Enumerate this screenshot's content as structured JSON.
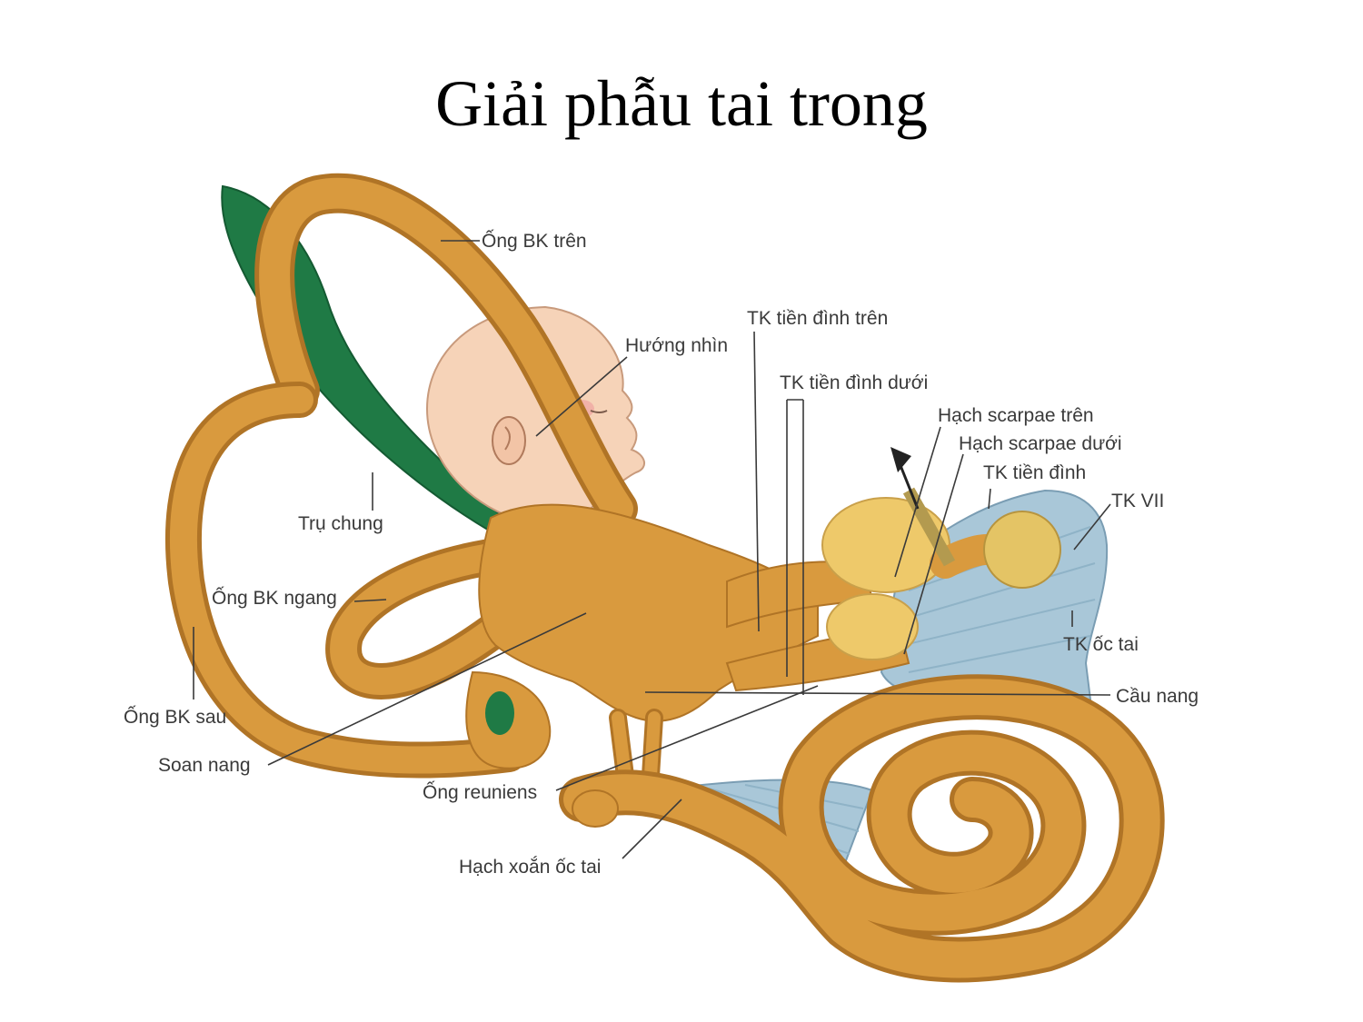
{
  "title": "Giải phẫu tai trong",
  "labels": {
    "ong_bk_tren": "Ống BK trên",
    "tk_tien_dinh_tren": "TK tiền đình trên",
    "huong_nhin": "Hướng nhìn",
    "tk_tien_dinh_duoi": "TK tiền đình dưới",
    "hach_scarpae_tren": "Hạch scarpae trên",
    "hach_scarpae_duoi": "Hạch scarpae dưới",
    "tk_tien_dinh": "TK tiền đình",
    "tk_vii": "TK VII",
    "tru_chung": "Trụ chung",
    "ong_bk_ngang": "Ống BK ngang",
    "tk_oc_tai": "TK ốc tai",
    "cau_nang": "Cầu nang",
    "ong_bk_sau": "Ống BK sau",
    "soan_nang": "Soan nang",
    "ong_reuniens": "Ống reuniens",
    "hach_xoan_oc_tai": "Hạch xoắn ốc tai"
  },
  "colors": {
    "labyrinth": "#d99a3e",
    "labyrinth_edge": "#b07426",
    "endolymph_sac": "#1f7a45",
    "nerve": "#a9c7d8",
    "ganglion": "#eec96a",
    "head": "#f6d3b8"
  }
}
